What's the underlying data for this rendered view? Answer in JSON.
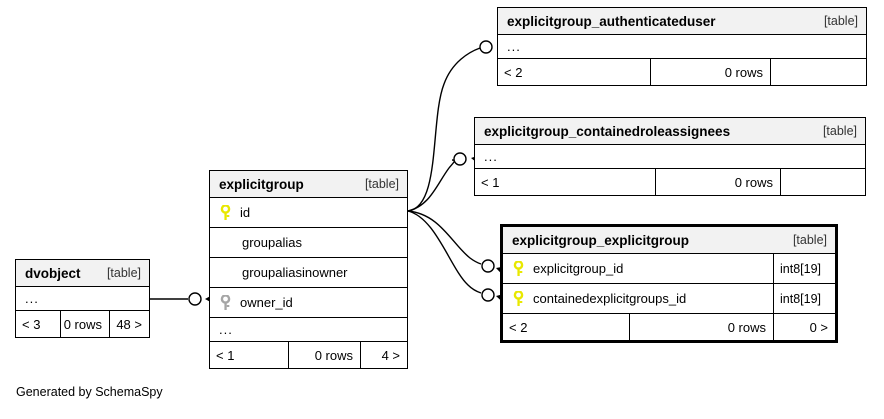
{
  "diagram": {
    "generator_note": "Generated by SchemaSpy",
    "table_tag": "[table]",
    "ellipsis": "...",
    "rows_suffix": "0 rows"
  },
  "colors": {
    "primary_key": "#e8e800",
    "foreign_key": "#a6a6a6",
    "header_bg": "#f2f2f2",
    "border": "#000000",
    "background": "#ffffff"
  },
  "tables": [
    {
      "id": "explicitgroup_authenticateduser",
      "name": "explicitgroup_authenticateduser",
      "tag": "[table]",
      "columns": [],
      "has_ellipsis": true,
      "ellipsis": "...",
      "footer": {
        "left": "< 2",
        "mid": "0 rows",
        "right": ""
      }
    },
    {
      "id": "explicitgroup_containedroleassignees",
      "name": "explicitgroup_containedroleassignees",
      "tag": "[table]",
      "columns": [],
      "has_ellipsis": true,
      "ellipsis": "...",
      "footer": {
        "left": "< 1",
        "mid": "0 rows",
        "right": ""
      }
    },
    {
      "id": "explicitgroup_explicitgroup",
      "name": "explicitgroup_explicitgroup",
      "tag": "[table]",
      "emphasized": true,
      "columns": [
        {
          "name": "explicitgroup_id",
          "type": "int8[19]",
          "key": "primary"
        },
        {
          "name": "containedexplicitgroups_id",
          "type": "int8[19]",
          "key": "primary"
        }
      ],
      "has_ellipsis": false,
      "footer": {
        "left": "< 2",
        "mid": "0 rows",
        "right": "0 >"
      }
    },
    {
      "id": "explicitgroup",
      "name": "explicitgroup",
      "tag": "[table]",
      "columns": [
        {
          "name": "id",
          "type": "",
          "key": "primary"
        },
        {
          "name": "groupalias",
          "type": "",
          "key": "none"
        },
        {
          "name": "groupaliasinowner",
          "type": "",
          "key": "none"
        },
        {
          "name": "owner_id",
          "type": "",
          "key": "foreign"
        }
      ],
      "has_ellipsis": true,
      "ellipsis": "...",
      "footer": {
        "left": "< 1",
        "mid": "0 rows",
        "right": "4 >"
      }
    },
    {
      "id": "dvobject",
      "name": "dvobject",
      "tag": "[table]",
      "columns": [],
      "has_ellipsis": true,
      "ellipsis": "...",
      "footer": {
        "left": "< 3",
        "mid": "0 rows",
        "right": "48 >"
      }
    }
  ]
}
